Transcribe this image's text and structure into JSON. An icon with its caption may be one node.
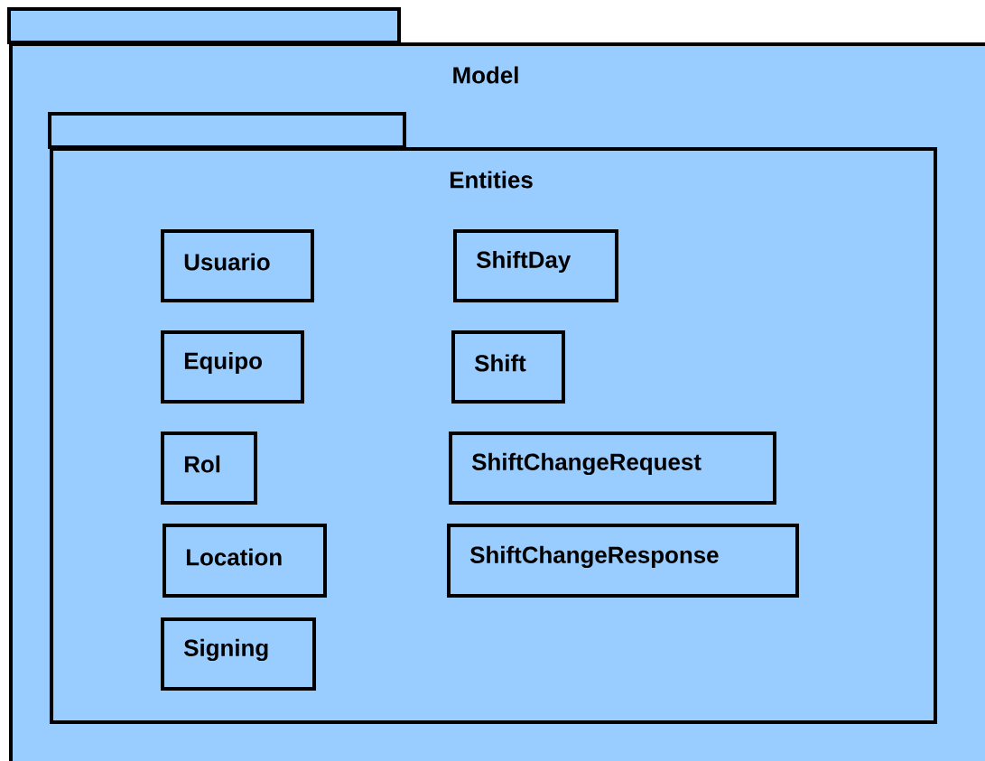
{
  "diagram": {
    "nodes": [
      {
        "text": [
          "Model"
        ]
      },
      {
        "text": [
          "Entities"
        ],
        "in": 0
      },
      {
        "text": [
          "Usuario"
        ],
        "in": 1
      },
      {
        "text": [
          "ShiftDay"
        ],
        "in": 1
      },
      {
        "text": [
          "Equipo"
        ],
        "in": 1
      },
      {
        "text": [
          "Shift"
        ],
        "in": 1
      },
      {
        "text": [
          "Rol"
        ],
        "in": 1
      },
      {
        "text": [
          "ShiftChangeRequest"
        ],
        "in": 1
      },
      {
        "text": [
          "Location"
        ],
        "in": 1
      },
      {
        "text": [
          "ShiftChangeResponse"
        ],
        "in": 1
      },
      {
        "text": [
          "Signing"
        ],
        "in": 1
      }
    ]
  }
}
